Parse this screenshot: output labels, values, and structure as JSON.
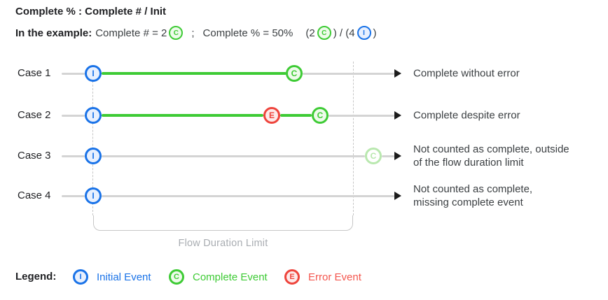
{
  "title": "Complete % :  Complete # / Init",
  "example": {
    "prefix": "In the example:",
    "complete_count": "Complete # = 2",
    "separator": ";",
    "complete_pct": "Complete % = 50%",
    "calc_open": "(2",
    "calc_mid": ") / (4",
    "calc_close": ")"
  },
  "icons": {
    "initial": "I",
    "complete": "C",
    "error": "E"
  },
  "cases": [
    {
      "label": "Case 1",
      "description": "Complete without error"
    },
    {
      "label": "Case 2",
      "description": "Complete despite error"
    },
    {
      "label": "Case 3",
      "description": "Not counted as complete, outside\nof the flow duration limit"
    },
    {
      "label": "Case 4",
      "description": "Not counted as complete,\nmissing complete event"
    }
  ],
  "flow_duration_label": "Flow Duration Limit",
  "legend": {
    "title": "Legend:",
    "items": [
      {
        "label": "Initial Event"
      },
      {
        "label": "Complete Event"
      },
      {
        "label": "Error Event"
      }
    ]
  },
  "colors": {
    "blue": "#1a73e8",
    "blue_fill": "#e8f0fe",
    "green": "#3ecb35",
    "green_fill": "#eefbeb",
    "red": "#ee443c",
    "red_fill": "#fdeaea",
    "red_text": "#f4564e",
    "faded_green": "#b9e8af",
    "gray_line": "#d4d4d4",
    "guide": "#c6c6c6",
    "muted": "#a9adb2"
  }
}
